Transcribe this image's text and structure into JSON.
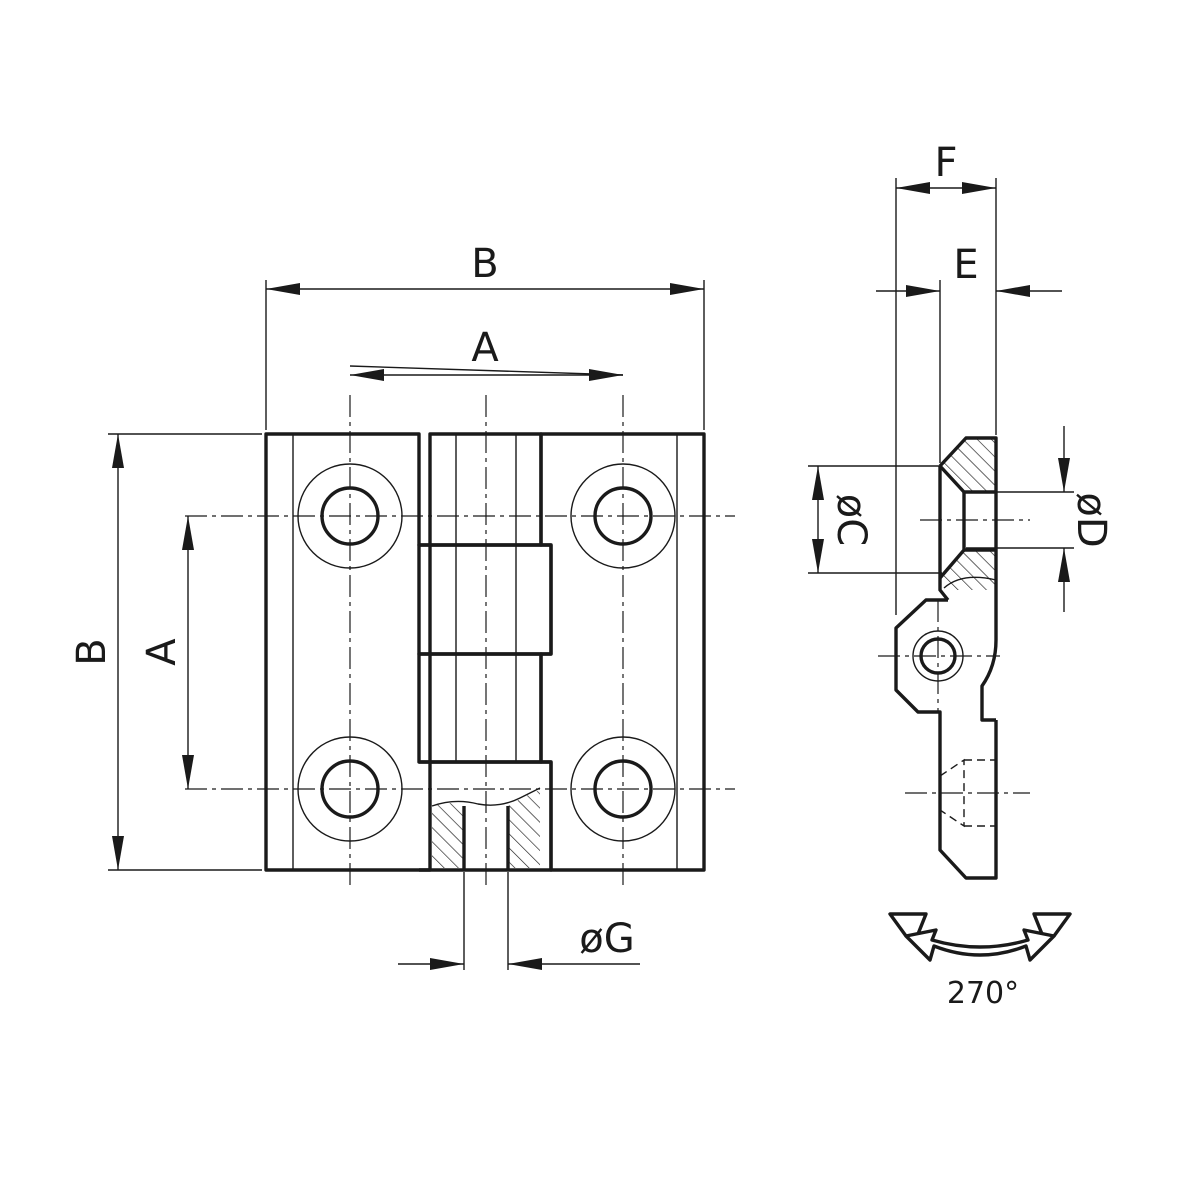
{
  "front_view": {
    "dim_width_outer": "B",
    "dim_width_holes": "A",
    "dim_height_outer": "B",
    "dim_height_holes": "A",
    "dim_pin": "øG"
  },
  "side_view": {
    "dim_F": "F",
    "dim_E": "E",
    "dim_C": "øC",
    "dim_D": "øD",
    "rotation": "270°"
  }
}
